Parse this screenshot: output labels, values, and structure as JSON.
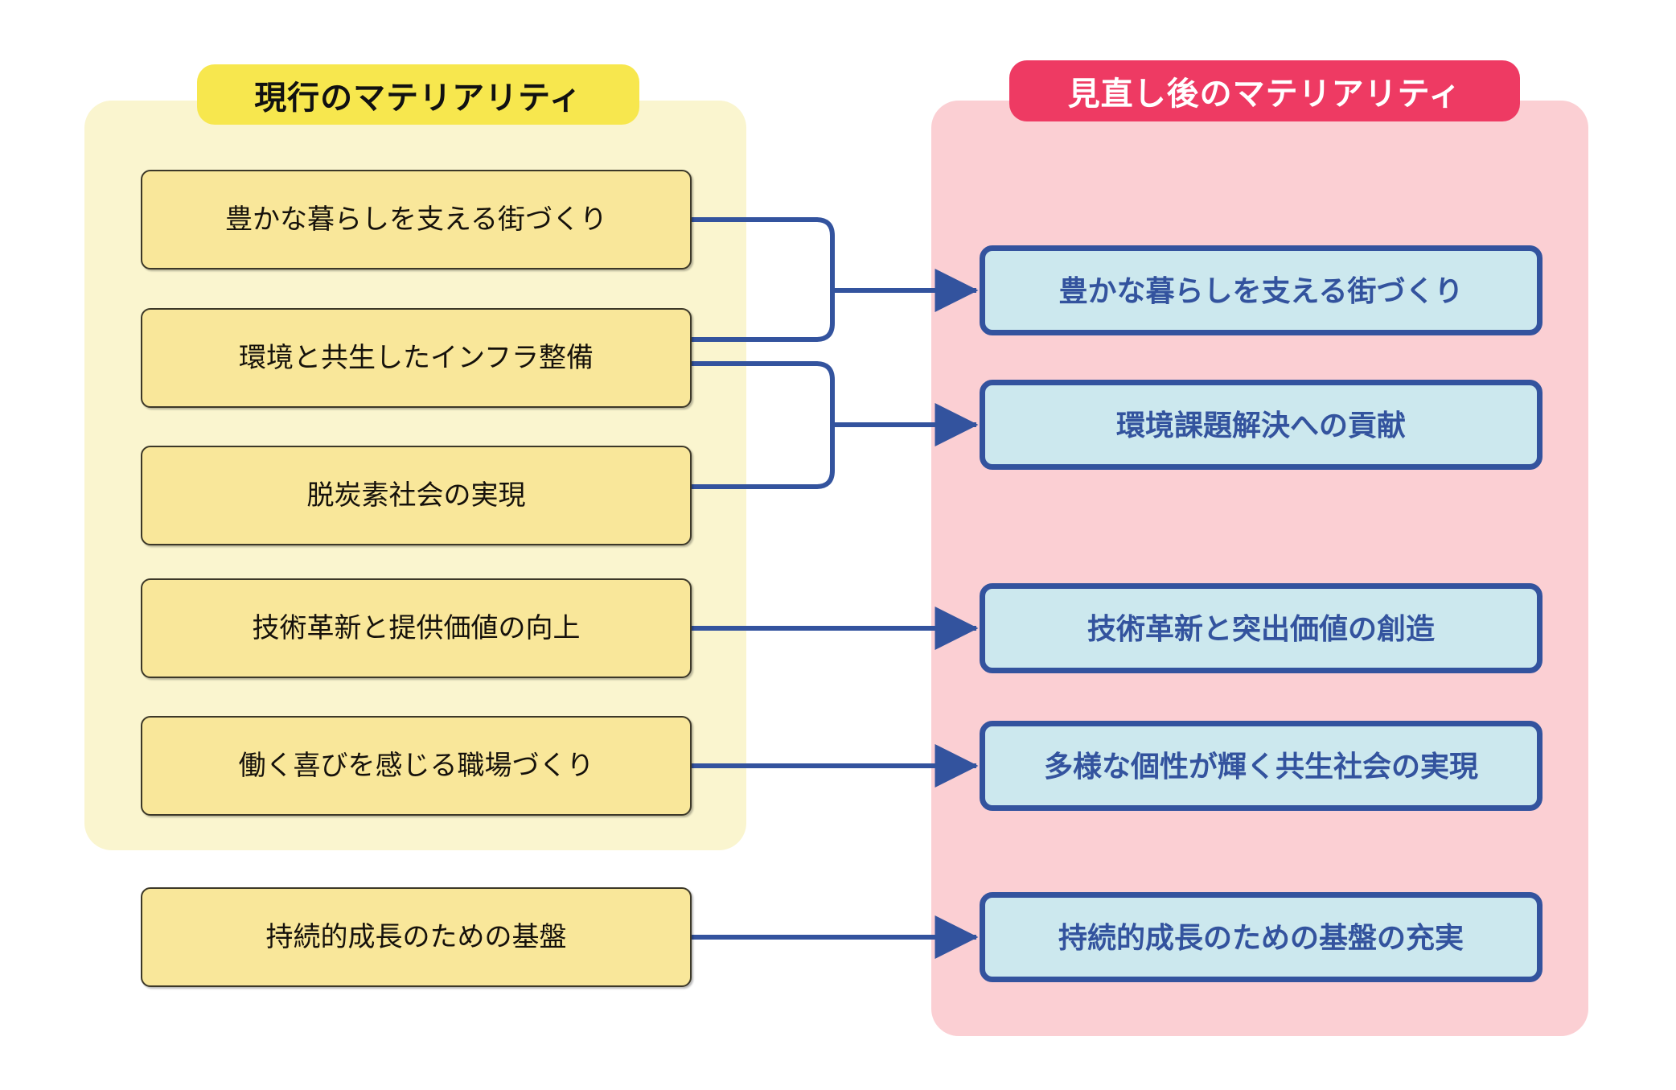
{
  "diagram": {
    "title_left": "現行のマテリアリティ",
    "title_right": "見直し後のマテリアリティ",
    "colors": {
      "panel_left": "#FAF5CF",
      "panel_right": "#FBCFD3",
      "badge_left": "#F7E74E",
      "badge_right": "#EE3A63",
      "node_left_fill": "#F9E79A",
      "node_left_border": "#3C3828",
      "node_right_fill": "#CCE8EE",
      "node_right_border": "#33539E",
      "connector": "#33539E"
    }
  },
  "left_column": {
    "header": "現行のマテリアリティ",
    "items": [
      {
        "label": "豊かな暮らしを支える街づくり"
      },
      {
        "label": "環境と共生したインフラ整備"
      },
      {
        "label": "脱炭素社会の実現"
      },
      {
        "label": "技術革新と提供価値の向上"
      },
      {
        "label": "働く喜びを感じる職場づくり"
      },
      {
        "label": "持続的成長のための基盤"
      }
    ]
  },
  "right_column": {
    "header": "見直し後のマテリアリティ",
    "items": [
      {
        "label": "豊かな暮らしを支える街づくり"
      },
      {
        "label": "環境課題解決への貢献"
      },
      {
        "label": "技術革新と突出価値の創造"
      },
      {
        "label": "多様な個性が輝く共生社会の実現"
      },
      {
        "label": "持続的成長のための基盤の充実"
      }
    ]
  },
  "connections": [
    {
      "from": [
        0,
        1
      ],
      "to": 0,
      "type": "merge"
    },
    {
      "from": [
        1,
        2
      ],
      "to": 1,
      "type": "merge"
    },
    {
      "from": [
        3
      ],
      "to": 2,
      "type": "direct"
    },
    {
      "from": [
        4
      ],
      "to": 3,
      "type": "direct"
    },
    {
      "from": [
        5
      ],
      "to": 4,
      "type": "direct"
    }
  ]
}
